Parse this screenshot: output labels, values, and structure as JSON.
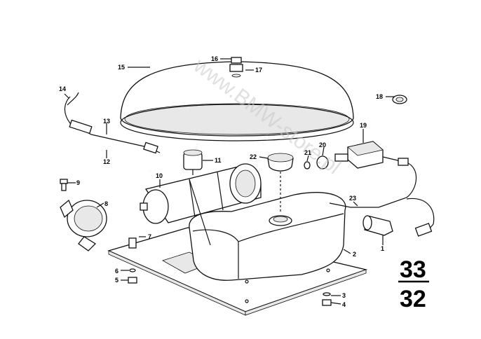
{
  "diagram": {
    "callouts": [
      {
        "id": "c1",
        "label": "1"
      },
      {
        "id": "c2",
        "label": "2"
      },
      {
        "id": "c3",
        "label": "3"
      },
      {
        "id": "c4",
        "label": "4"
      },
      {
        "id": "c5",
        "label": "5"
      },
      {
        "id": "c6",
        "label": "6"
      },
      {
        "id": "c7",
        "label": "7"
      },
      {
        "id": "c8",
        "label": "8"
      },
      {
        "id": "c9",
        "label": "9"
      },
      {
        "id": "c10",
        "label": "10"
      },
      {
        "id": "c11",
        "label": "11"
      },
      {
        "id": "c12",
        "label": "12"
      },
      {
        "id": "c13",
        "label": "13"
      },
      {
        "id": "c14",
        "label": "14"
      },
      {
        "id": "c15",
        "label": "15"
      },
      {
        "id": "c16",
        "label": "16"
      },
      {
        "id": "c17",
        "label": "17"
      },
      {
        "id": "c18",
        "label": "18"
      },
      {
        "id": "c19",
        "label": "19"
      },
      {
        "id": "c20",
        "label": "20"
      },
      {
        "id": "c21",
        "label": "21"
      },
      {
        "id": "c22",
        "label": "22"
      },
      {
        "id": "c23",
        "label": "23"
      }
    ],
    "group_code_top": "33",
    "group_code_bottom": "32",
    "watermark": "www.BMW-store.pl"
  }
}
